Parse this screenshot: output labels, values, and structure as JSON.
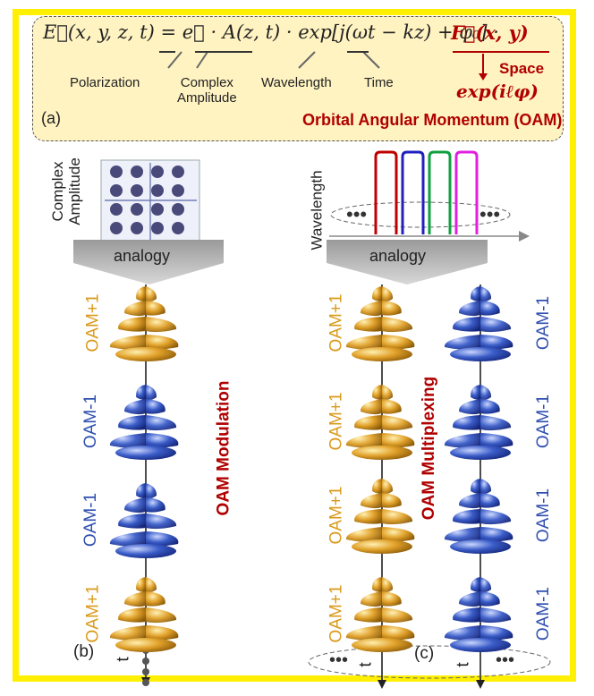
{
  "equation": {
    "main_text": "E⃗(x, y, z, t) = e⃗ · A(z, t) · exp[j(ωt − kz) + φ₀] · ",
    "space_factor": "F⃗(x, y)",
    "space_label": "Space",
    "exp_factor": "exp(iℓφ)",
    "annotations": [
      "Polarization",
      "Complex\nAmplitude",
      "Wavelength",
      "Time"
    ],
    "panel_label": "(a)",
    "oam_title": "Orbital Angular Momentum (OAM)"
  },
  "panel_b": {
    "label": "(b)",
    "axis_label": "Complex\nAmplitude",
    "analogy": "analogy",
    "center_title": "OAM Modulation",
    "time_label": "t",
    "states": [
      {
        "label": "OAM+1",
        "kind": "gold"
      },
      {
        "label": "OAM-1",
        "kind": "blue"
      },
      {
        "label": "OAM-1",
        "kind": "blue"
      },
      {
        "label": "OAM+1",
        "kind": "gold"
      }
    ]
  },
  "panel_c": {
    "label": "(c)",
    "axis_label": "Wavelength",
    "analogy": "analogy",
    "center_title": "OAM Multiplexing",
    "time_label_left": "t",
    "time_label_right": "t",
    "left_states": [
      "OAM+1",
      "OAM+1",
      "OAM+1",
      "OAM+1"
    ],
    "right_states": [
      "OAM-1",
      "OAM-1",
      "OAM-1",
      "OAM-1"
    ],
    "dots": "•••"
  },
  "colors": {
    "frame": "#ffef00",
    "gold": "#d99a1a",
    "blue": "#2f4fb0",
    "red": "#b00000",
    "dot": "#4a4a70",
    "wavelength_lines": [
      "#c00000",
      "#2020c0",
      "#10a040",
      "#e020e0"
    ]
  }
}
